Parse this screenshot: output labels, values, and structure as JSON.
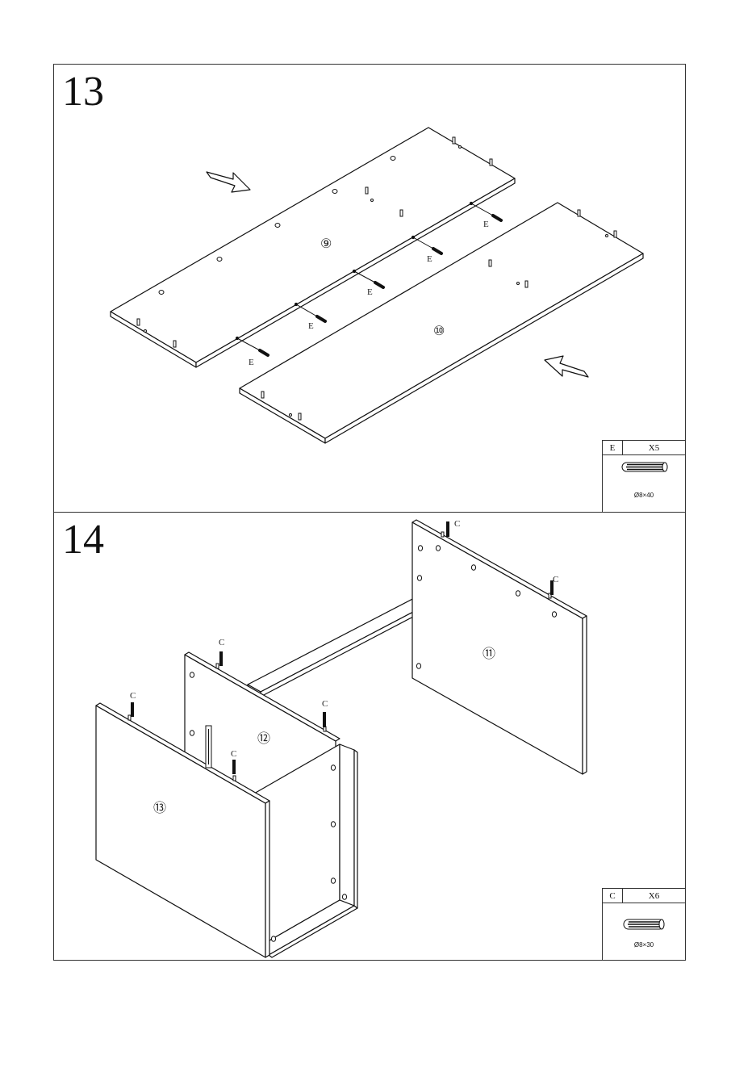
{
  "steps": [
    {
      "number": "13",
      "parts": [
        "⑨",
        "⑩"
      ],
      "fitting_label": "E",
      "legend": {
        "code": "E",
        "qty": "X5",
        "dim": "Ø8×40"
      }
    },
    {
      "number": "14",
      "parts": [
        "⑪",
        "⑫",
        "⑬"
      ],
      "fitting_label": "C",
      "legend": {
        "code": "C",
        "qty": "X6",
        "dim": "Ø8×30"
      }
    }
  ]
}
